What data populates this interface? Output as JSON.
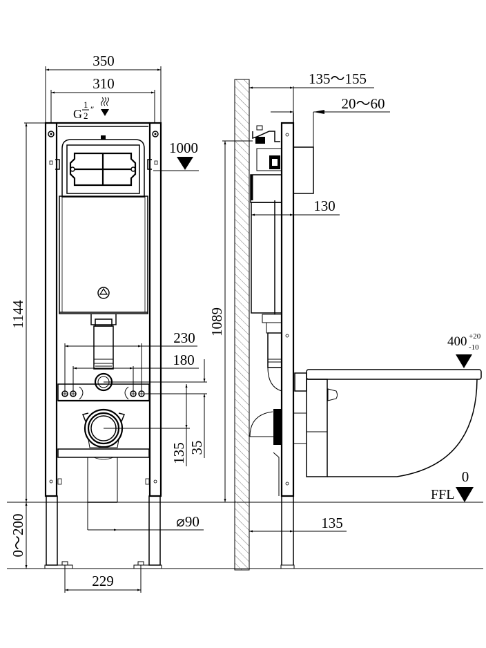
{
  "title": "Concealed cistern installation frame with wall-hung toilet — dimension drawing",
  "front_view": {
    "width_outer": "350",
    "width_inner": "310",
    "water_inlet": {
      "g": "G",
      "num": "1",
      "den": "2",
      "unit": "″"
    },
    "flush_plate_height": "1000",
    "frame_height": "1144",
    "bolt_spacing_outer": "230",
    "bolt_spacing_inner": "180",
    "drain_height": "135",
    "bolt_offset": "35",
    "drain_diameter": "⌀90",
    "leg_adjust": "0～200",
    "foot_spacing": "229"
  },
  "side_view": {
    "depth_range": "135～155",
    "plate_projection": "20～60",
    "cistern_depth": "130",
    "frame_height": "1089",
    "leg_depth": "135",
    "seat_height": {
      "base": "400",
      "tol_plus": "+20",
      "tol_minus": "-10"
    },
    "floor_level": {
      "label": "FFL",
      "value": "0"
    }
  },
  "colors": {
    "line": "#000000",
    "background": "#ffffff"
  }
}
